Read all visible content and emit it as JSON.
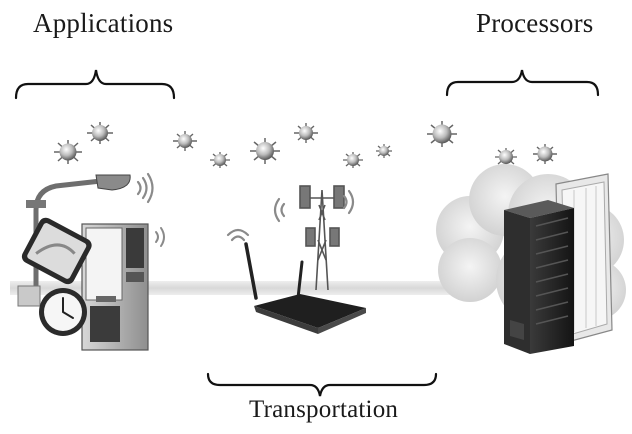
{
  "diagram": {
    "sections": {
      "applications": "Applications",
      "processors": "Processors",
      "transportation": "Transportation"
    },
    "icons": [
      "street-light-icon",
      "smartphone-icon",
      "vending-machine-icon",
      "clock-icon",
      "sensor-node-icon",
      "cell-tower-icon",
      "router-icon",
      "cloud-icon",
      "server-rack-icon",
      "wifi-signal-icon",
      "curly-brace-icon"
    ],
    "colors": {
      "text": "#1a1a1a",
      "band": "#dcdcdc",
      "device_dark": "#222222",
      "metal": "#9a9a9a"
    }
  }
}
